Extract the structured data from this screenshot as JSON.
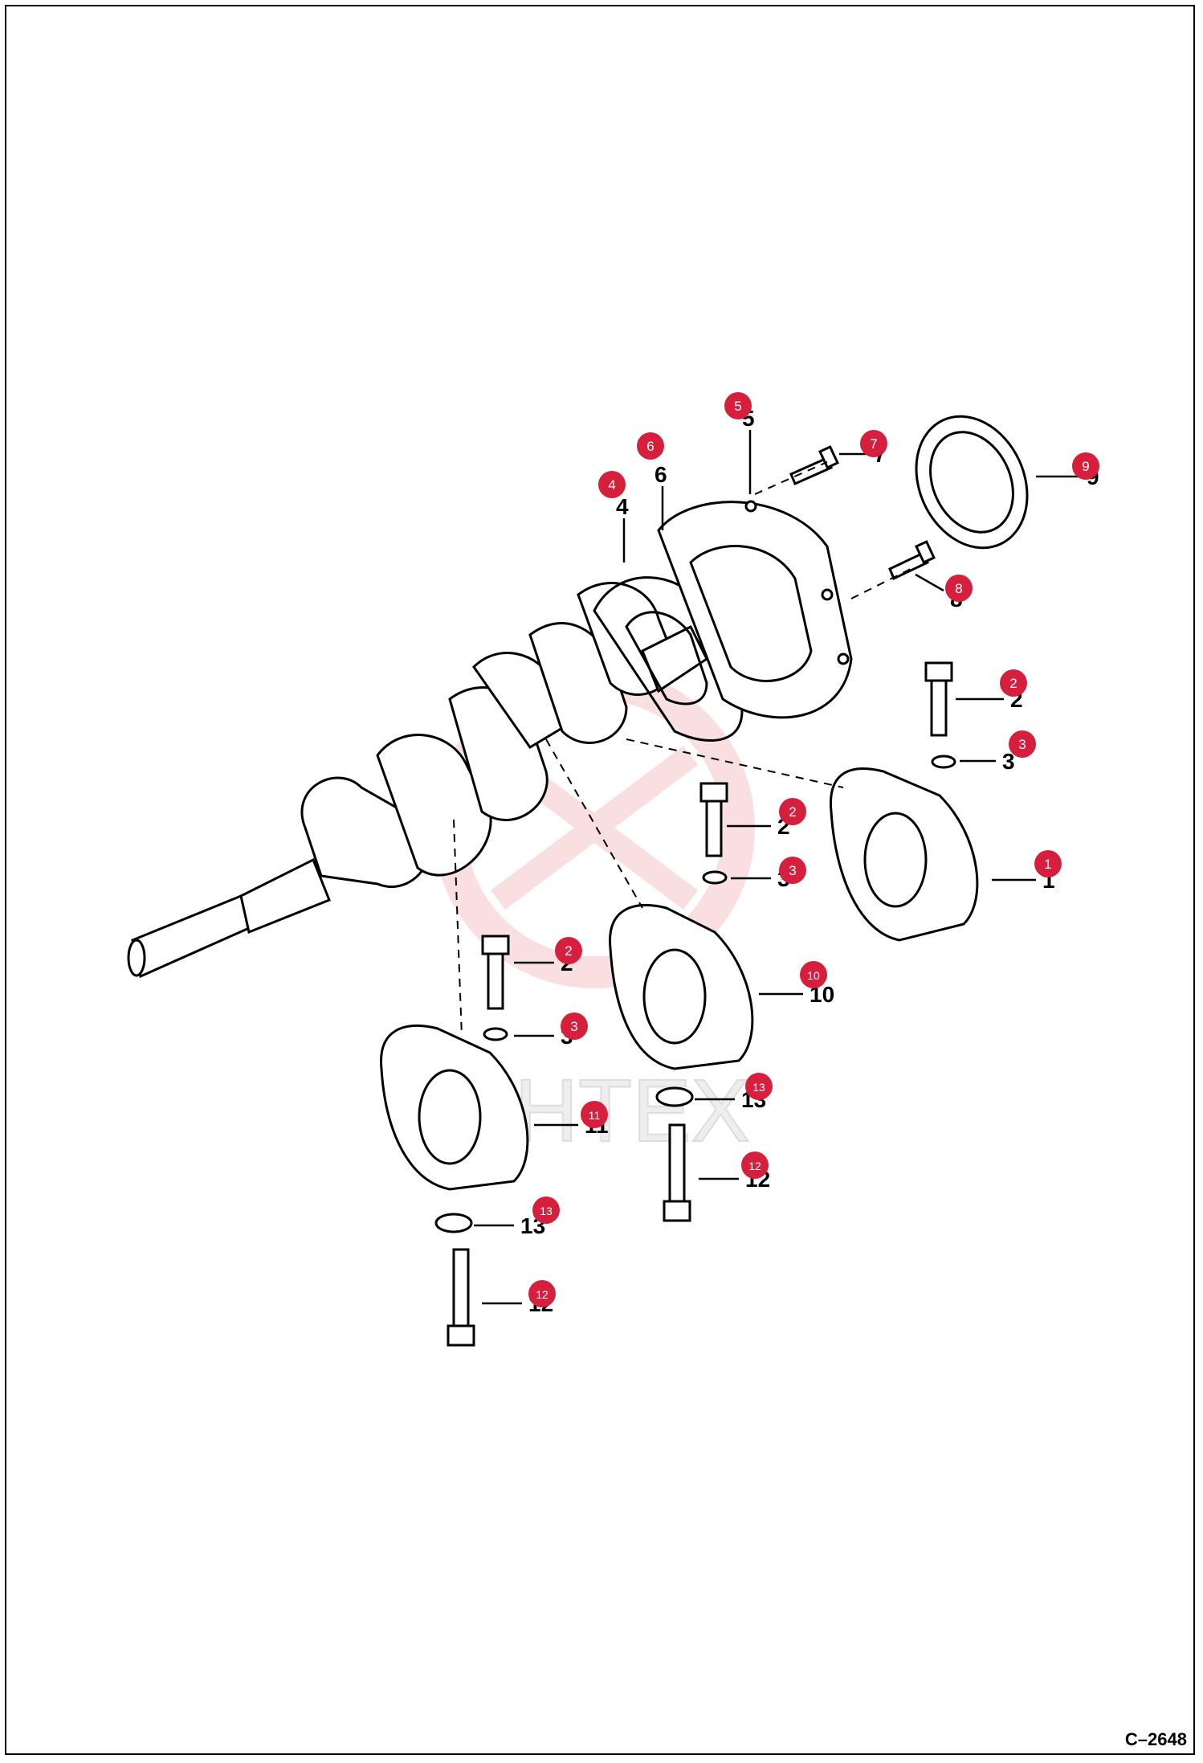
{
  "drawing_code": "C–2648",
  "watermark": "IHTEX",
  "colors": {
    "badge": "#d51f3c",
    "badge_text": "#ffffff",
    "line": "#000000",
    "watermark": "#f2c4c4"
  },
  "callouts": [
    {
      "id": "c5a",
      "num": "5"
    },
    {
      "id": "c6a",
      "num": "6"
    },
    {
      "id": "c4a",
      "num": "4"
    },
    {
      "id": "c7a",
      "num": "7"
    },
    {
      "id": "c9a",
      "num": "9"
    },
    {
      "id": "c8a",
      "num": "8"
    },
    {
      "id": "c2a",
      "num": "2"
    },
    {
      "id": "c3a",
      "num": "3"
    },
    {
      "id": "c2b",
      "num": "2"
    },
    {
      "id": "c3b",
      "num": "3"
    },
    {
      "id": "c1a",
      "num": "1"
    },
    {
      "id": "c2c",
      "num": "2"
    },
    {
      "id": "c10a",
      "num": "10"
    },
    {
      "id": "c3c",
      "num": "3"
    },
    {
      "id": "c13a",
      "num": "13"
    },
    {
      "id": "c11a",
      "num": "11"
    },
    {
      "id": "c12a",
      "num": "12"
    },
    {
      "id": "c13b",
      "num": "13"
    },
    {
      "id": "c12b",
      "num": "12"
    }
  ]
}
